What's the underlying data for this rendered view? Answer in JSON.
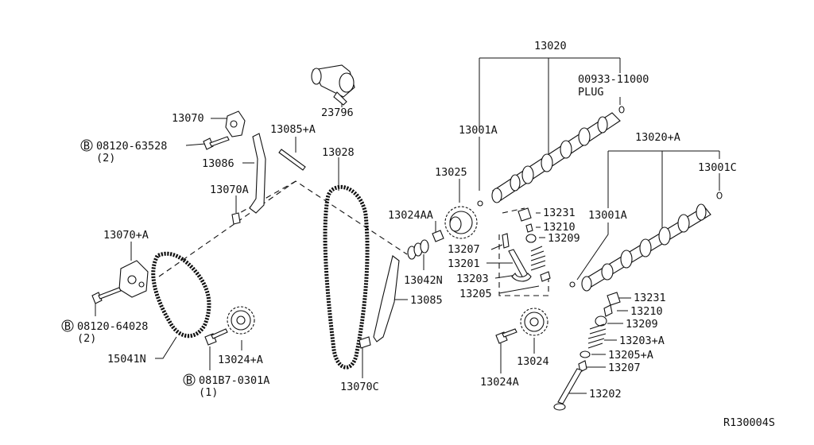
{
  "labels": {
    "p13020": "13020",
    "plug_num": "00933-11000",
    "plug_word": "PLUG",
    "p23796": "23796",
    "p13070": "13070",
    "p13085a": "13085+A",
    "bolt1_num": "08120-63528",
    "bolt1_qty": "(2)",
    "p13028": "13028",
    "p13001a_1": "13001A",
    "p13086": "13086",
    "p13025": "13025",
    "p13020a": "13020+A",
    "p13001c": "13001C",
    "p13070a": "13070A",
    "p13024aa": "13024AA",
    "p13231_1": "13231",
    "p13001a_2": "13001A",
    "p13210_1": "13210",
    "p13070pa": "13070+A",
    "p13207_1": "13207",
    "p13209_1": "13209",
    "p13201": "13201",
    "p13042n": "13042N",
    "p13203": "13203",
    "p13205": "13205",
    "p13085": "13085",
    "bolt2_num": "08120-64028",
    "bolt2_qty": "(2)",
    "p13231_2": "13231",
    "p13210_2": "13210",
    "p13209_2": "13209",
    "p13203a": "13203+A",
    "p13205a": "13205+A",
    "p13024a_sprocket": "13024+A",
    "p13024": "13024",
    "p15041n": "15041N",
    "p13207_2": "13207",
    "bolt3_num": "081B7-0301A",
    "bolt3_qty": "(1)",
    "p13070c": "13070C",
    "p13024a": "13024A",
    "p13202": "13202",
    "ref": "R130004S"
  },
  "markers": {
    "bolt_symbol": "B"
  }
}
